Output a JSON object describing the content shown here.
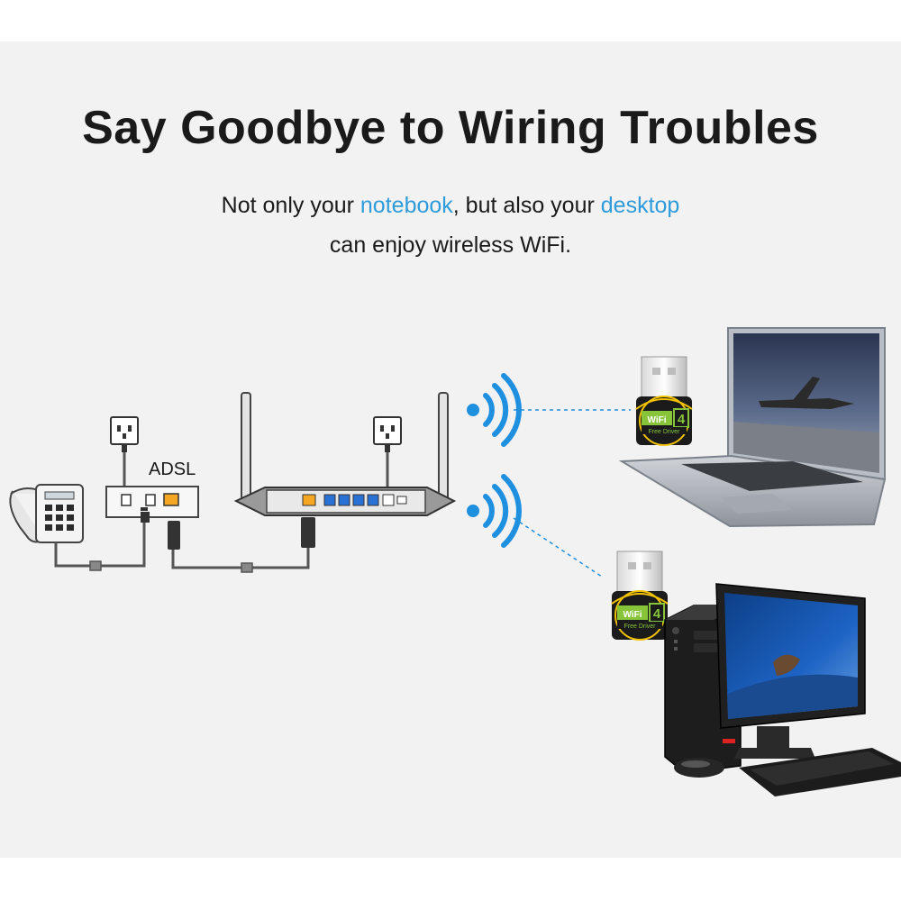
{
  "headline": "Say Goodbye to Wiring Troubles",
  "subtitle": {
    "line1_part1": "Not only your ",
    "line1_highlight1": "notebook",
    "line1_part2": ", but also your ",
    "line1_highlight2": "desktop",
    "line2": "can enjoy wireless WiFi."
  },
  "labels": {
    "adsl": "ADSL"
  },
  "adapter": {
    "brand": "WiFi",
    "generation": "4",
    "caption": "Free Driver"
  },
  "colors": {
    "accent": "#2e9bdb",
    "panel": "#f2f2f2",
    "text": "#1a1a1a",
    "wire": "#555555"
  },
  "icons": [
    "power-outlet-icon",
    "wifi-signal-icon",
    "telephone-icon",
    "router-icon",
    "modem-icon",
    "usb-wifi-adapter-icon",
    "laptop-icon",
    "desktop-computer-icon"
  ]
}
